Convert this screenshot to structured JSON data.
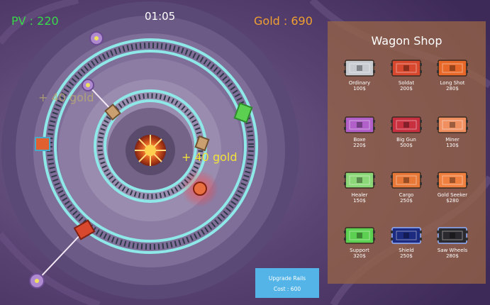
{
  "hud": {
    "pv_label": "PV : 220",
    "timer": "01:05",
    "gold_label": "Gold : 690"
  },
  "floating_texts": {
    "gold_popup_faded": "+ 40 gold",
    "gold_popup": "+ 40 gold"
  },
  "shop": {
    "title": "Wagon Shop",
    "wagons": [
      {
        "name": "Ordinary",
        "price": "100$",
        "color": "#c8ccd0",
        "icon": "ordinary-wagon-icon"
      },
      {
        "name": "Soldat",
        "price": "200$",
        "color": "#d8482e",
        "icon": "soldat-wagon-icon"
      },
      {
        "name": "Long Shot",
        "price": "280$",
        "color": "#e8682a",
        "icon": "long-shot-wagon-icon"
      },
      {
        "name": "Boxe",
        "price": "220$",
        "color": "#b060c8",
        "icon": "boxe-wagon-icon"
      },
      {
        "name": "Big Gun",
        "price": "500$",
        "color": "#c83040",
        "icon": "big-gun-wagon-icon"
      },
      {
        "name": "Miner",
        "price": "130$",
        "color": "#f09060",
        "icon": "miner-wagon-icon"
      },
      {
        "name": "Healer",
        "price": "150$",
        "color": "#8cd878",
        "icon": "healer-wagon-icon"
      },
      {
        "name": "Cargo",
        "price": "250$",
        "color": "#e87838",
        "icon": "cargo-wagon-icon"
      },
      {
        "name": "Gold Seeker",
        "price": "$280",
        "color": "#f08040",
        "icon": "gold-seeker-wagon-icon"
      },
      {
        "name": "Support",
        "price": "320$",
        "color": "#5cd050",
        "icon": "support-wagon-icon"
      },
      {
        "name": "Shield",
        "price": "250$",
        "color": "#1c2a80",
        "icon": "shield-wagon-icon"
      },
      {
        "name": "Saw Wheels",
        "price": "280$",
        "color": "#2a2a2e",
        "icon": "saw-wheels-wagon-icon"
      }
    ]
  },
  "upgrade_button": {
    "label": "Upgrade Rails",
    "cost": "Cost : 600"
  },
  "colors": {
    "pv": "#39d84a",
    "gold": "#f0a030",
    "rail": "#8fe8e8",
    "shop_panel": "#96644a",
    "upgrade_button": "#54b4e8"
  }
}
